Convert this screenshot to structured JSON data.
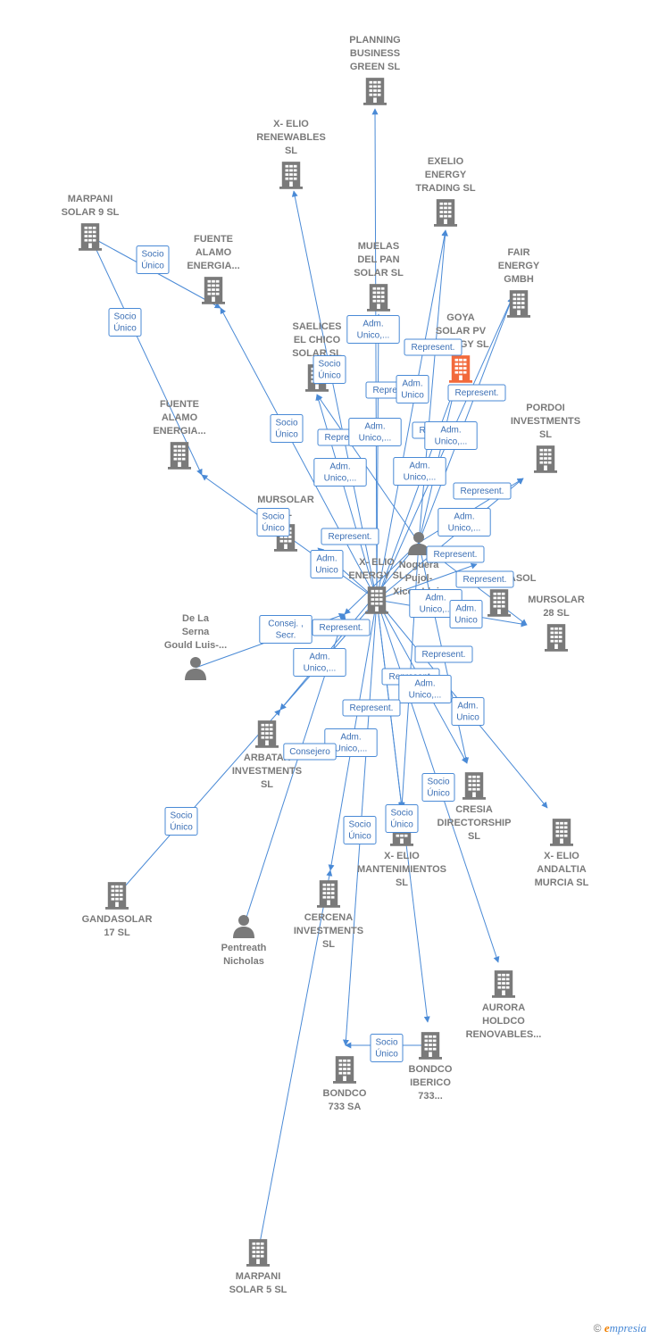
{
  "colors": {
    "edge": "#4a8ad6",
    "node": "#7a7a7a",
    "highlight": "#f26a3c"
  },
  "nodes": [
    {
      "id": "planning",
      "type": "company",
      "lines": [
        "PLANNING",
        "BUSINESS",
        "GREEN  SL"
      ]
    },
    {
      "id": "xelio_ren",
      "type": "company",
      "lines": [
        "X- ELIO",
        "RENEWABLES",
        "SL"
      ]
    },
    {
      "id": "exelio",
      "type": "company",
      "lines": [
        "EXELIO",
        "ENERGY",
        "TRADING  SL"
      ]
    },
    {
      "id": "marpani9",
      "type": "company",
      "lines": [
        "MARPANI",
        "SOLAR 9  SL"
      ]
    },
    {
      "id": "fuente1",
      "type": "company",
      "lines": [
        "FUENTE",
        "ALAMO",
        "ENERGIA..."
      ]
    },
    {
      "id": "muelas",
      "type": "company",
      "lines": [
        "MUELAS",
        "DEL PAN",
        "SOLAR SL"
      ]
    },
    {
      "id": "fair",
      "type": "company",
      "lines": [
        "FAIR",
        "ENERGY",
        "GMBH"
      ]
    },
    {
      "id": "goya",
      "type": "company",
      "highlight": true,
      "lines": [
        "GOYA",
        "SOLAR PV",
        "ENERGY  SL"
      ]
    },
    {
      "id": "saelices",
      "type": "company",
      "lines": [
        "SAELICES",
        "EL CHICO",
        "SOLAR SL"
      ]
    },
    {
      "id": "fuente2",
      "type": "company",
      "lines": [
        "FUENTE",
        "ALAMO",
        "ENERGIA..."
      ]
    },
    {
      "id": "pordoi",
      "type": "company",
      "lines": [
        "PORDOI",
        "INVESTMENTS",
        "SL"
      ]
    },
    {
      "id": "noguera",
      "type": "person",
      "lines": [
        "Noguera",
        "Pujol-",
        "Xicoy Lluis"
      ]
    },
    {
      "id": "mursolar",
      "type": "company",
      "lines": [
        "MURSOLAR",
        "SL"
      ]
    },
    {
      "id": "xelio_en",
      "type": "company",
      "lines": [
        "X- ELIO",
        "ENERGY  SL"
      ]
    },
    {
      "id": "aspasol",
      "type": "company",
      "lines": [
        "CLARASPASOL"
      ]
    },
    {
      "id": "mursolar28",
      "type": "company",
      "lines": [
        "MURSOLAR",
        "28 SL"
      ]
    },
    {
      "id": "delaserna",
      "type": "person",
      "lines": [
        "De La",
        "Serna",
        "Gould Luis-..."
      ]
    },
    {
      "id": "arbatax",
      "type": "company",
      "lines": [
        "ARBATAX",
        "INVESTMENTS",
        "SL"
      ]
    },
    {
      "id": "cresia",
      "type": "company",
      "lines": [
        "CRESIA",
        "DIRECTORSHIP",
        "SL"
      ]
    },
    {
      "id": "xelio_and",
      "type": "company",
      "lines": [
        "X- ELIO",
        "ANDALTIA",
        "MURCIA  SL"
      ]
    },
    {
      "id": "xelio_mant",
      "type": "company",
      "lines": [
        "X- ELIO",
        "MANTENIMIENTOS",
        "SL"
      ]
    },
    {
      "id": "gandasolar",
      "type": "company",
      "lines": [
        "GANDASOLAR",
        "17  SL"
      ]
    },
    {
      "id": "pentreath",
      "type": "person",
      "lines": [
        "Pentreath",
        "Nicholas"
      ]
    },
    {
      "id": "cercena",
      "type": "company",
      "lines": [
        "CERCENA",
        "INVESTMENTS",
        "SL"
      ]
    },
    {
      "id": "aurora",
      "type": "company",
      "lines": [
        "AURORA",
        "HOLDCO",
        "RENOVABLES..."
      ]
    },
    {
      "id": "bondco_ib",
      "type": "company",
      "lines": [
        "BONDCO",
        "IBERICO",
        "733..."
      ]
    },
    {
      "id": "bondco733",
      "type": "company",
      "lines": [
        "BONDCO",
        "733 SA"
      ]
    },
    {
      "id": "marpani5",
      "type": "company",
      "lines": [
        "MARPANI",
        "SOLAR 5  SL"
      ]
    }
  ],
  "edges": [
    {
      "from": "xelio_en",
      "to": "planning"
    },
    {
      "from": "xelio_en",
      "to": "xelio_ren"
    },
    {
      "from": "xelio_en",
      "to": "exelio"
    },
    {
      "from": "xelio_en",
      "to": "fuente1"
    },
    {
      "from": "xelio_en",
      "to": "muelas"
    },
    {
      "from": "xelio_en",
      "to": "fair"
    },
    {
      "from": "xelio_en",
      "to": "goya"
    },
    {
      "from": "xelio_en",
      "to": "saelices"
    },
    {
      "from": "xelio_en",
      "to": "fuente2"
    },
    {
      "from": "xelio_en",
      "to": "pordoi"
    },
    {
      "from": "xelio_en",
      "to": "mursolar"
    },
    {
      "from": "xelio_en",
      "to": "aspasol"
    },
    {
      "from": "xelio_en",
      "to": "mursolar28"
    },
    {
      "from": "xelio_en",
      "to": "arbatax"
    },
    {
      "from": "xelio_en",
      "to": "cresia"
    },
    {
      "from": "xelio_en",
      "to": "xelio_and"
    },
    {
      "from": "xelio_en",
      "to": "xelio_mant"
    },
    {
      "from": "xelio_en",
      "to": "cercena"
    },
    {
      "from": "xelio_en",
      "to": "aurora"
    },
    {
      "from": "xelio_en",
      "to": "bondco_ib"
    },
    {
      "from": "xelio_en",
      "to": "bondco733"
    },
    {
      "from": "noguera",
      "to": "goya"
    },
    {
      "from": "noguera",
      "to": "exelio"
    },
    {
      "from": "noguera",
      "to": "fair"
    },
    {
      "from": "noguera",
      "to": "pordoi"
    },
    {
      "from": "noguera",
      "to": "mursolar28"
    },
    {
      "from": "noguera",
      "to": "cresia"
    },
    {
      "from": "noguera",
      "to": "xelio_mant"
    },
    {
      "from": "noguera",
      "to": "arbatax"
    },
    {
      "from": "noguera",
      "to": "saelices"
    },
    {
      "from": "noguera",
      "to": "xelio_en"
    },
    {
      "from": "marpani9",
      "to": "fuente1"
    },
    {
      "from": "marpani9",
      "to": "fuente2"
    },
    {
      "from": "delaserna",
      "to": "xelio_en"
    },
    {
      "from": "gandasolar",
      "to": "arbatax"
    },
    {
      "from": "pentreath",
      "to": "xelio_en"
    },
    {
      "from": "marpani5",
      "to": "cercena"
    },
    {
      "from": "bondco_ib",
      "to": "bondco733"
    }
  ],
  "edge_labels": [
    {
      "text": [
        "Socio",
        "Único"
      ]
    },
    {
      "text": [
        "Socio",
        "Único"
      ]
    },
    {
      "text": [
        "Adm.",
        "Unico,..."
      ]
    },
    {
      "text": [
        "Socio",
        "Único"
      ]
    },
    {
      "text": [
        "Represent."
      ]
    },
    {
      "text": [
        "Represent."
      ]
    },
    {
      "text": [
        "Adm.",
        "Unico"
      ]
    },
    {
      "text": [
        "Represent."
      ]
    },
    {
      "text": [
        "Socio",
        "Único"
      ]
    },
    {
      "text": [
        "Represent."
      ]
    },
    {
      "text": [
        "Adm.",
        "Unico,..."
      ]
    },
    {
      "text": [
        "Represent."
      ]
    },
    {
      "text": [
        "Adm.",
        "Unico,..."
      ]
    },
    {
      "text": [
        "Adm.",
        "Unico,..."
      ]
    },
    {
      "text": [
        "Adm.",
        "Unico,..."
      ]
    },
    {
      "text": [
        "Represent."
      ]
    },
    {
      "text": [
        "Socio",
        "Único"
      ]
    },
    {
      "text": [
        "Adm.",
        "Unico,..."
      ]
    },
    {
      "text": [
        "Represent."
      ]
    },
    {
      "text": [
        "Adm.",
        "Unico"
      ]
    },
    {
      "text": [
        "Represent."
      ]
    },
    {
      "text": [
        "Represent."
      ]
    },
    {
      "text": [
        "Adm.",
        "Unico,..."
      ]
    },
    {
      "text": [
        "Adm.",
        "Unico"
      ]
    },
    {
      "text": [
        "Consej. ,",
        "Secr."
      ]
    },
    {
      "text": [
        "Represent."
      ]
    },
    {
      "text": [
        "Adm.",
        "Unico,..."
      ]
    },
    {
      "text": [
        "Represent."
      ]
    },
    {
      "text": [
        "Represent."
      ]
    },
    {
      "text": [
        "Adm.",
        "Unico,..."
      ]
    },
    {
      "text": [
        "Adm.",
        "Unico"
      ]
    },
    {
      "text": [
        "Represent."
      ]
    },
    {
      "text": [
        "Adm.",
        "Unico,..."
      ]
    },
    {
      "text": [
        "Consejero"
      ]
    },
    {
      "text": [
        "Socio",
        "Único"
      ]
    },
    {
      "text": [
        "Socio",
        "Único"
      ]
    },
    {
      "text": [
        "Socio",
        "Único"
      ]
    },
    {
      "text": [
        "Socio",
        "Único"
      ]
    },
    {
      "text": [
        "Socio",
        "Único"
      ]
    }
  ],
  "footer": {
    "copyright": "©",
    "brand_initial": "e",
    "brand_rest": "mpresia"
  }
}
